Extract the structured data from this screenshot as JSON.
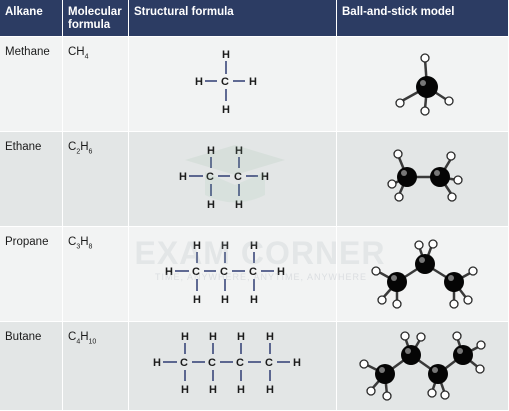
{
  "header": {
    "col1": "Alkane",
    "col2": "Molecular formula",
    "col3": "Structural formula",
    "col4": "Ball-and-stick model"
  },
  "rows": [
    {
      "name": "Methane",
      "formula_base": "CH",
      "formula_sub": "4"
    },
    {
      "name": "Ethane",
      "formula_base": "C",
      "formula_sub1": "2",
      "formula_mid": "H",
      "formula_sub2": "6"
    },
    {
      "name": "Propane",
      "formula_base": "C",
      "formula_sub1": "3",
      "formula_mid": "H",
      "formula_sub2": "8"
    },
    {
      "name": "Butane",
      "formula_base": "C",
      "formula_sub1": "4",
      "formula_mid": "H",
      "formula_sub2": "10"
    }
  ],
  "watermark": {
    "main": "EXAM CORNER",
    "sub": "TIME, ANYWHERE, ANYTIME, ANYWHERE"
  },
  "colors": {
    "header_bg": "#2c3c63",
    "row_light": "#f2f3f3",
    "row_dark": "#e3e6e6",
    "bond": "#2f3d73"
  }
}
